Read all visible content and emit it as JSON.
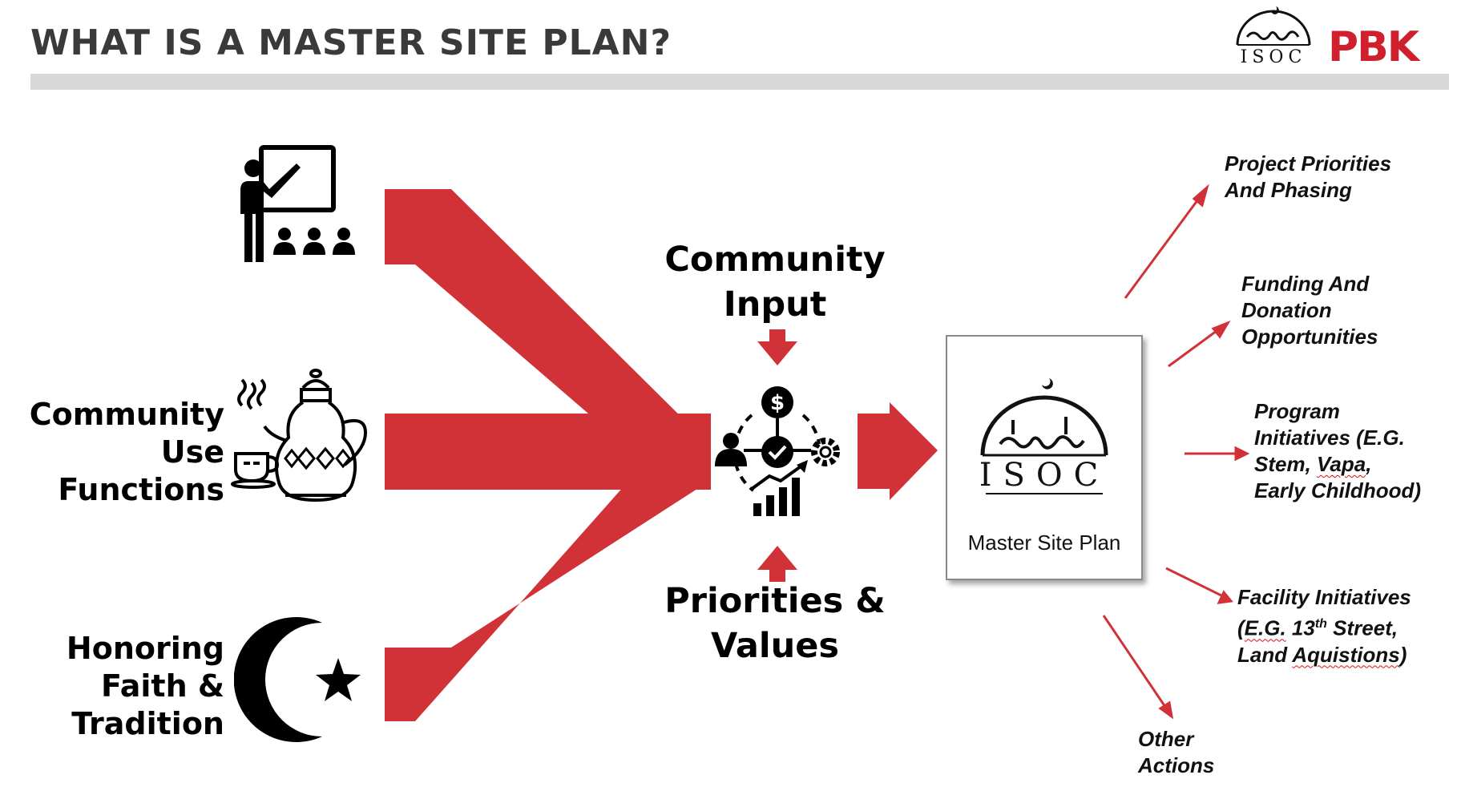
{
  "header": {
    "title": "WHAT IS A MASTER SITE PLAN?",
    "logo_isoc_text": "ISOC",
    "logo_pbk_text": "PBK"
  },
  "inputs": {
    "education_label": "",
    "community_use": [
      "Community",
      "Use",
      "Functions"
    ],
    "faith": [
      "Honoring",
      "Faith &",
      "Tradition"
    ]
  },
  "center": {
    "top_label": [
      "Community",
      "Input"
    ],
    "bottom_label": [
      "Priorities &",
      "Values"
    ],
    "hub_icon": "finance-people-gear-growth-icon"
  },
  "plan": {
    "logo_text": "ISOC",
    "caption": "Master Site Plan"
  },
  "outputs": {
    "project": [
      "Project Priorities",
      "And Phasing"
    ],
    "funding": [
      "Funding And",
      "Donation",
      "Opportunities"
    ],
    "program": {
      "line1": "Program",
      "line2": "Initiatives (E.G.",
      "line3a": "Stem, ",
      "line3b": "Vapa",
      "line3c": ",",
      "line4": "Early Childhood)"
    },
    "facility": {
      "line1": "Facility Initiatives",
      "line2a": "(",
      "line2b": "E.G.",
      "line2c": " 13",
      "line2sup": "th",
      "line2d": " Street,",
      "line3a": "Land ",
      "line3b": "Aquistions",
      "line3c": ")"
    },
    "other": [
      "Other",
      "Actions"
    ]
  },
  "colors": {
    "accent_red": "#d03238",
    "title_gray": "#3a3a3a",
    "bar_gray": "#d8d8d8"
  }
}
